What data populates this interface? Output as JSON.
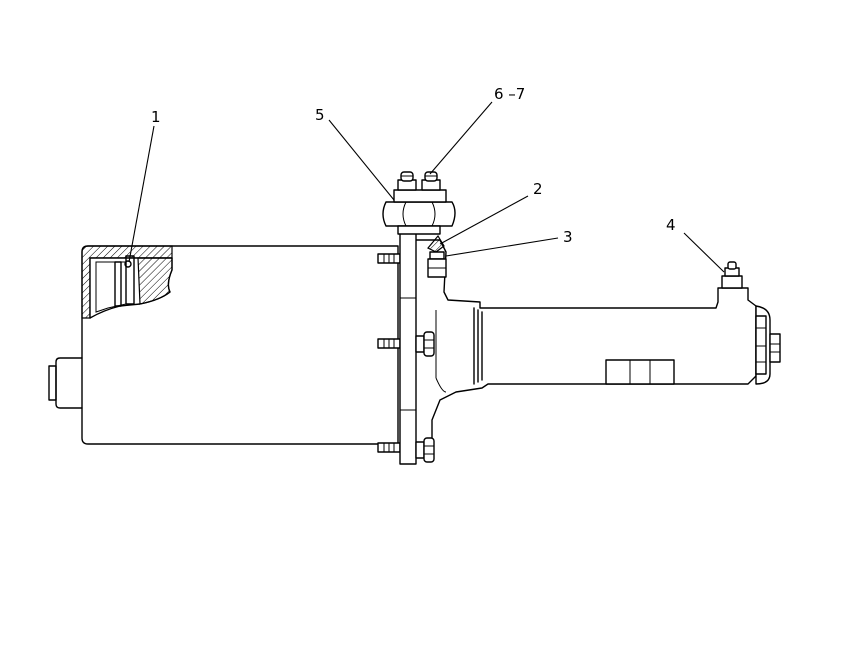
{
  "callouts": {
    "c1": "1",
    "c2": "2",
    "c3": "3",
    "c4": "4",
    "c5": "5",
    "c67": "6 –7"
  },
  "colors": {
    "line": "#000000",
    "background": "#ffffff"
  }
}
